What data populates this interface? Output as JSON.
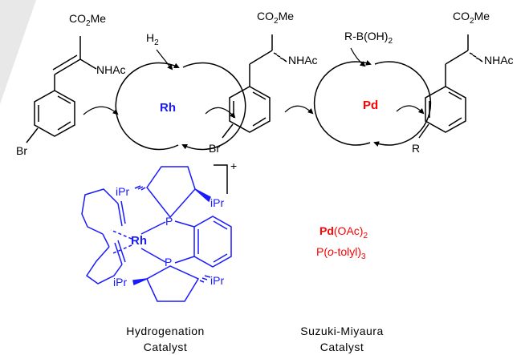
{
  "labels": {
    "co2me": "CO",
    "co2me_sub": "2",
    "co2me_tail": "Me",
    "nhac": "NHAc",
    "br": "Br",
    "r": "R",
    "h2": "H",
    "h2_sub": "2",
    "boronic_head": "R-B(OH)",
    "boronic_sub": "2",
    "rh_cycle": "Rh",
    "pd_cycle": "Pd",
    "rh_center": "Rh",
    "phosphorus": "P",
    "ipr": "iPr",
    "charge": "+",
    "pd_cat_metal": "Pd",
    "pd_cat_ligand": "(OAc)",
    "pd_cat_ligand_sub": "2",
    "pd_cat_phos_head": "P(",
    "pd_cat_phos_italic": "o",
    "pd_cat_phos_tail": "-tolyl)",
    "pd_cat_phos_sub": "3",
    "hydrog_line1": "Hydrogenation",
    "hydrog_line2": "Catalyst",
    "suzuki_line1": "Suzuki-Miyaura",
    "suzuki_line2": "Catalyst"
  },
  "colors": {
    "black": "#000000",
    "rh_blue": "#1a1aff",
    "pd_red": "#ff0000",
    "watermark": "#e6e6e6"
  }
}
